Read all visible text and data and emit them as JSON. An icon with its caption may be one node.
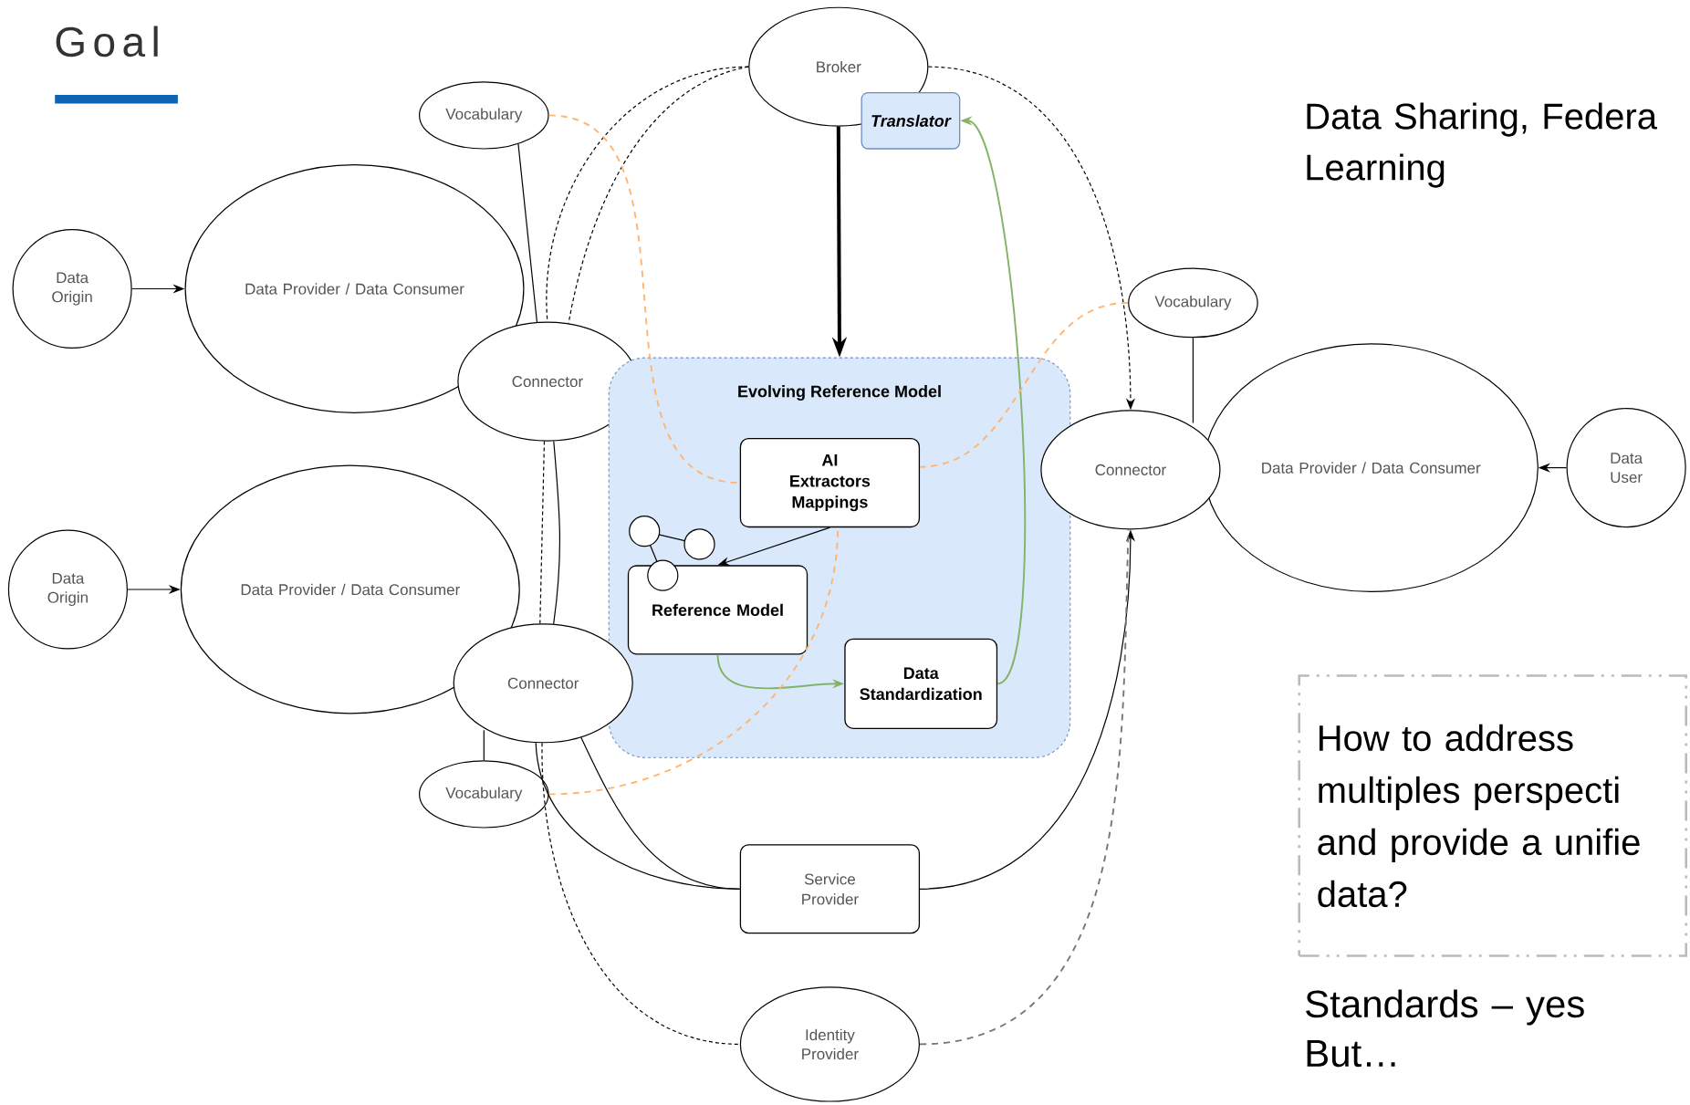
{
  "diagram": {
    "title": "Goal",
    "nodes": [
      {
        "text": [
          "Broker"
        ]
      },
      {
        "text": [
          "Translator"
        ]
      },
      {
        "text": [
          "Vocabulary"
        ]
      },
      {
        "text": [
          "Data Origin"
        ]
      },
      {
        "text": [
          "Data Provider / Data Consumer"
        ]
      },
      {
        "text": [
          "Connector"
        ]
      },
      {
        "text": [
          "Vocabulary"
        ]
      },
      {
        "text": [
          "Evolving Reference Model"
        ]
      },
      {
        "text": [
          "AI Extractors Mappings"
        ],
        "in": 7
      },
      {
        "text": [
          "Reference Model"
        ],
        "in": 7
      },
      {
        "text": [
          "Data Standardization"
        ],
        "in": 7
      },
      {
        "text": [
          "Data Provider / Data Consumer"
        ]
      },
      {
        "text": [
          "Connector"
        ]
      },
      {
        "text": [
          "Data User"
        ]
      },
      {
        "text": [
          "Data Origin"
        ]
      },
      {
        "text": [
          "Data Provider / Data Consumer"
        ]
      },
      {
        "text": [
          "Connector"
        ]
      },
      {
        "text": [
          "Vocabulary"
        ]
      },
      {
        "text": [
          "Service Provider"
        ]
      },
      {
        "text": [
          "Identity Provider"
        ]
      },
      {
        "text": [
          "How to address multiples perspecti and provide a unifie data?"
        ]
      }
    ],
    "edges": [
      {
        "from": 3,
        "to": 4,
        "arrow": "to"
      },
      {
        "from": 14,
        "to": 15,
        "arrow": "to"
      },
      {
        "from": 13,
        "to": 11,
        "arrow": "to"
      },
      {
        "from": 2,
        "to": 5,
        "arrow": "none"
      },
      {
        "from": 6,
        "to": 12,
        "arrow": "none"
      },
      {
        "from": 17,
        "to": 16,
        "arrow": "none"
      },
      {
        "from": 0,
        "to": 5,
        "arrow": "none",
        "style": "dashed"
      },
      {
        "from": 0,
        "to": 5,
        "arrow": "none",
        "style": "dashed"
      },
      {
        "from": 0,
        "to": 12,
        "arrow": "to",
        "style": "dashed"
      },
      {
        "from": 5,
        "to": 16,
        "arrow": "none",
        "style": "dashed"
      },
      {
        "from": 5,
        "to": 16,
        "arrow": "none"
      },
      {
        "from": 16,
        "to": 18,
        "arrow": "none"
      },
      {
        "from": 16,
        "to": 18,
        "arrow": "none"
      },
      {
        "from": 16,
        "to": 19,
        "arrow": "none",
        "style": "dashed"
      },
      {
        "from": 18,
        "to": 12,
        "arrow": "to"
      },
      {
        "from": 19,
        "to": 12,
        "arrow": "none",
        "style": "dashed",
        "color": "#777777"
      },
      {
        "from": 0,
        "to": 7,
        "arrow": "to",
        "style": "thick"
      },
      {
        "from": 9,
        "to": 10,
        "arrow": "to",
        "color": "#82b366"
      },
      {
        "from": 10,
        "to": 1,
        "arrow": "to",
        "color": "#82b366"
      },
      {
        "from": 8,
        "to": 9,
        "arrow": "to"
      },
      {
        "from": 2,
        "to": 8,
        "arrow": "none",
        "style": "dashed",
        "color": "#ffb570"
      },
      {
        "from": 6,
        "to": 8,
        "arrow": "none",
        "style": "dashed",
        "color": "#ffb570"
      },
      {
        "from": 17,
        "to": 8,
        "arrow": "none",
        "style": "dashed",
        "color": "#ffb570"
      }
    ],
    "labels": [
      "Data Sharing, Federa Learning",
      "Standards – yes But…"
    ]
  }
}
